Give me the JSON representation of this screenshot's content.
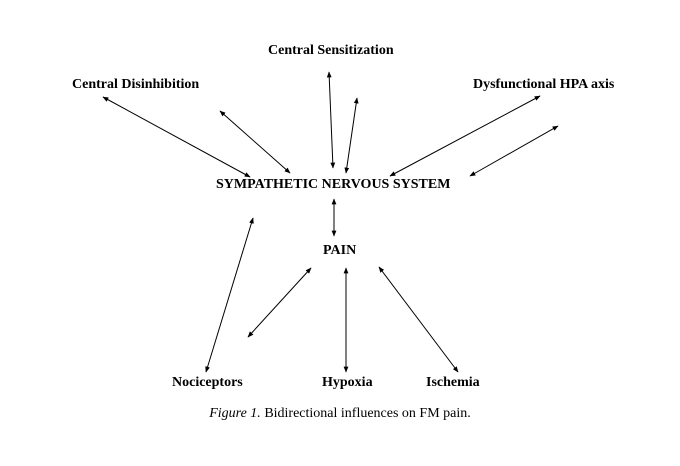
{
  "nodes": {
    "central_sensitization": "Central Sensitization",
    "central_disinhibition": "Central Disinhibition",
    "dysfunctional_hpa": "Dysfunctional HPA axis",
    "sympathetic_nervous_system": "SYMPATHETIC NERVOUS SYSTEM",
    "pain": "PAIN",
    "nociceptors": "Nociceptors",
    "hypoxia": "Hypoxia",
    "ischemia": "Ischemia"
  },
  "caption": {
    "figure_label": "Figure 1.",
    "text": "Bidirectional influences on FM pain."
  }
}
